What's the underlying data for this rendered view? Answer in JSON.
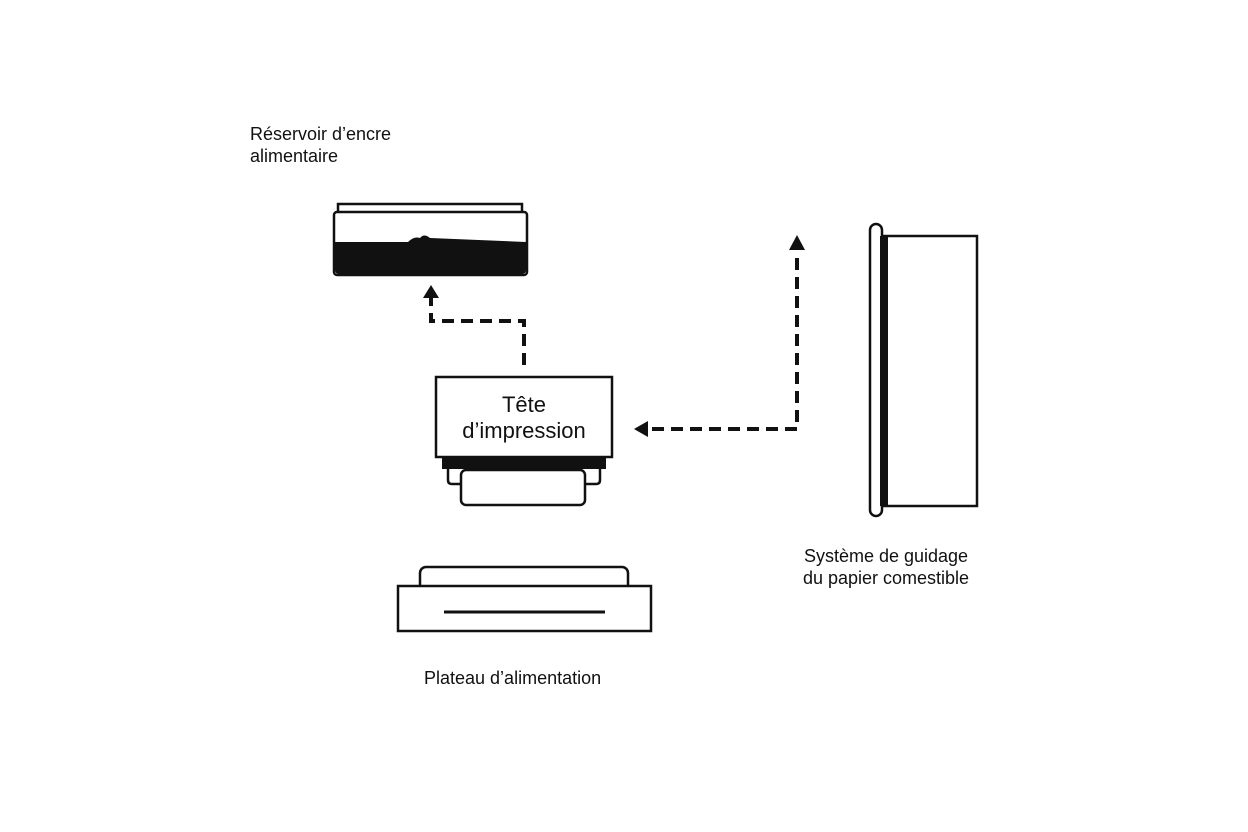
{
  "diagram": {
    "colors": {
      "stroke": "#111111",
      "background": "#ffffff",
      "ink": "#111111"
    },
    "components": {
      "reservoir": {
        "label_line1": "Réservoir d’encre",
        "label_line2": "alimentaire"
      },
      "print_head": {
        "label_line1": "Tête",
        "label_line2": "d’impression"
      },
      "feed_tray": {
        "label": "Plateau d’alimentation"
      },
      "paper_guide": {
        "label_line1": "Système de guidage",
        "label_line2": "du papier comestible"
      }
    },
    "connectors": [
      {
        "from": "print_head",
        "to": "reservoir",
        "style": "dashed-arrow"
      },
      {
        "from": "paper_guide",
        "to": "print_head",
        "style": "dashed-arrow"
      },
      {
        "from": "paper_guide",
        "to": "up",
        "style": "dashed-arrow"
      }
    ]
  }
}
